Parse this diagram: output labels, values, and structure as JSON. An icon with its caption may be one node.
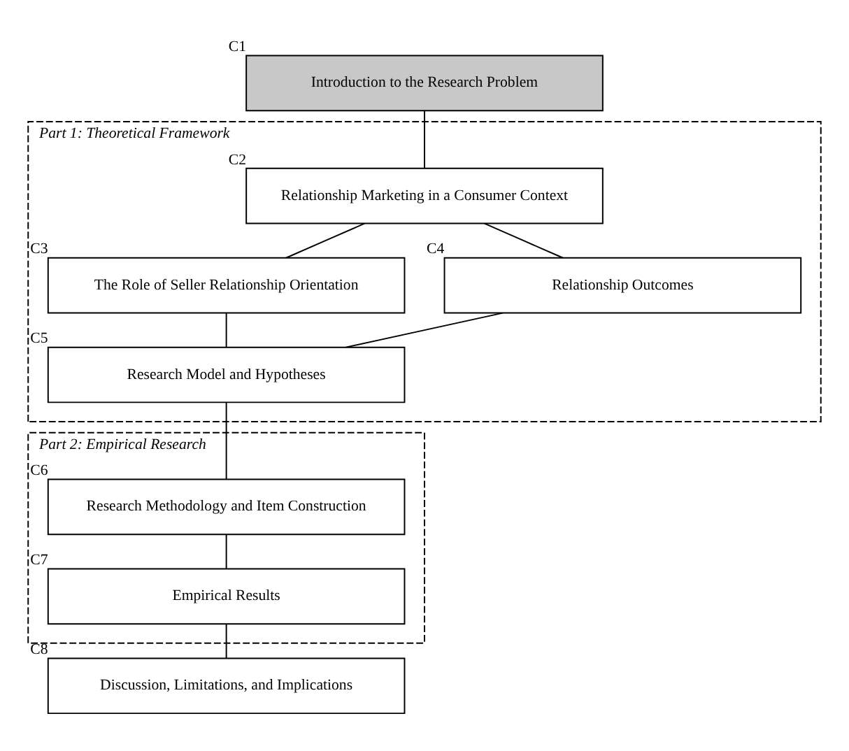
{
  "diagram": {
    "nodes": [
      {
        "text": [
          "Introduction to the Research Problem"
        ],
        "beside": [
          "C1"
        ]
      },
      {
        "text": [
          "Part 1: Theoretical Framework"
        ]
      },
      {
        "text": [
          "Relationship Marketing in a Consumer Context"
        ],
        "beside": [
          "C2"
        ],
        "in": 1
      },
      {
        "text": [
          "The Role of Seller Relationship Orientation"
        ],
        "beside": [
          "C3"
        ],
        "in": 1
      },
      {
        "text": [
          "Relationship Outcomes"
        ],
        "beside": [
          "C4"
        ],
        "in": 1
      },
      {
        "text": [
          "Research Model and Hypotheses"
        ],
        "beside": [
          "C5"
        ],
        "in": 1
      },
      {
        "text": [
          "Part 2: Empirical Research"
        ]
      },
      {
        "text": [
          "Research Methodology and Item Construction"
        ],
        "beside": [
          "C6"
        ],
        "in": 6
      },
      {
        "text": [
          "Empirical Results"
        ],
        "beside": [
          "C7"
        ],
        "in": 6
      },
      {
        "text": [
          "Discussion, Limitations, and Implications"
        ],
        "beside": [
          "C8"
        ]
      }
    ],
    "edges": [
      {
        "from": 0,
        "to": 2,
        "arrow": "none"
      },
      {
        "from": 2,
        "to": 3,
        "arrow": "none"
      },
      {
        "from": 2,
        "to": 4,
        "arrow": "none"
      },
      {
        "from": 3,
        "to": 5,
        "arrow": "none"
      },
      {
        "from": 4,
        "to": 5,
        "arrow": "none"
      },
      {
        "from": 5,
        "to": 7,
        "arrow": "none"
      },
      {
        "from": 7,
        "to": 8,
        "arrow": "none"
      },
      {
        "from": 8,
        "to": 9,
        "arrow": "none"
      }
    ]
  }
}
